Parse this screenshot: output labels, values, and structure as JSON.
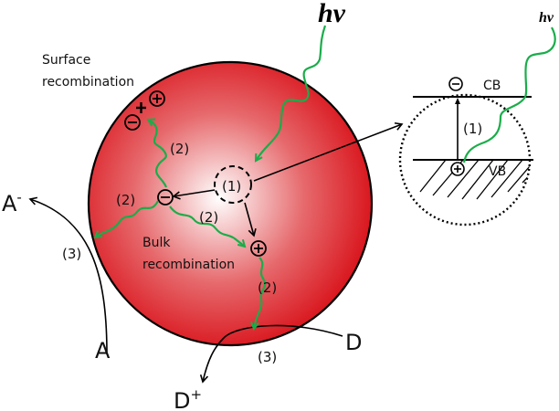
{
  "diagram": {
    "photon_label": "hv",
    "photon_label_small": "hv",
    "surface_recombination": [
      "Surface",
      "recombination"
    ],
    "bulk_recombination": [
      "Bulk",
      "recombination"
    ],
    "step1": "(1)",
    "step2": "(2)",
    "step3": "(3)",
    "electron_symbol": "−",
    "hole_symbol": "+",
    "acceptor": "A",
    "acceptor_reduced": "A",
    "acceptor_reduced_sup": "-",
    "donor": "D",
    "donor_oxidized": "D",
    "donor_oxidized_sup": "+",
    "cb_label": "CB",
    "vb_label": "VB",
    "colors": {
      "particle_edge": "#d9141c",
      "particle_center": "#ffffff",
      "photon_path": "#1aad4a",
      "lines": "#000000"
    }
  }
}
